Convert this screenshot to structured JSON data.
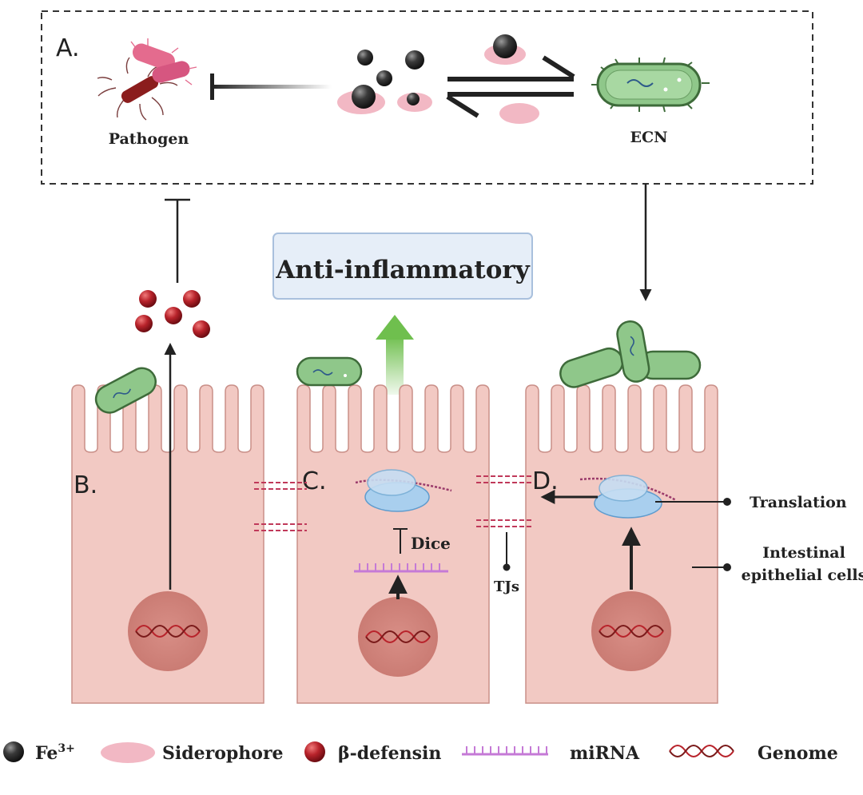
{
  "panels": {
    "a": "A.",
    "b": "B.",
    "c": "C.",
    "d": "D."
  },
  "labels": {
    "pathogen": "Pathogen",
    "ecn": "ECN",
    "anti_inflammatory": "Anti-inflammatory",
    "dice": "Dice",
    "tjs": "TJs",
    "translation": "Translation",
    "intestinal_line1": "Intestinal",
    "intestinal_line2": "epithelial cells"
  },
  "legend": {
    "fe_base": "Fe",
    "fe_sup": "3+",
    "siderophore": "Siderophore",
    "defensin": "β-defensin",
    "mirna": "miRNA",
    "genome": "Genome"
  },
  "colors": {
    "cell_fill": "#f2c9c3",
    "cell_stroke": "#c98f88",
    "nucleus": "#d88e86",
    "bacterium_green": "#8fc78a",
    "defensin_red": "#b8232b",
    "iron_dark": "#3a3a3a",
    "siderophore_pink": "#f2b8c4",
    "anti_inflammatory_box": "#e6eef8",
    "green_arrow": "#6fbf4e",
    "mirna_purple": "#c57ad6"
  }
}
